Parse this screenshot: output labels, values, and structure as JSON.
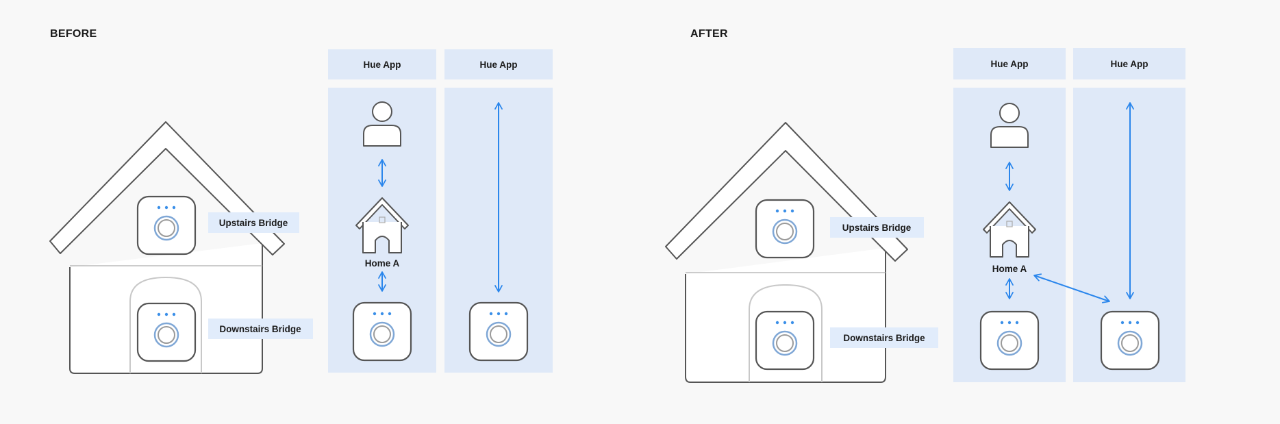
{
  "before": {
    "title": "BEFORE",
    "upstairs_label": "Upstairs Bridge",
    "downstairs_label": "Downstairs Bridge",
    "app_left_label": "Hue App",
    "app_right_label": "Hue App",
    "home_label": "Home A"
  },
  "after": {
    "title": "AFTER",
    "upstairs_label": "Upstairs Bridge",
    "downstairs_label": "Downstairs Bridge",
    "app_left_label": "Hue App",
    "app_right_label": "Hue App",
    "home_label": "Home A"
  },
  "colors": {
    "background": "#f8f8f8",
    "panel": "#dfe9f8",
    "label_bg": "#e1ecfb",
    "arrow": "#2a86ec",
    "outline": "#555555",
    "ring": "#7fa7d6",
    "dot": "#3a8fe8"
  }
}
